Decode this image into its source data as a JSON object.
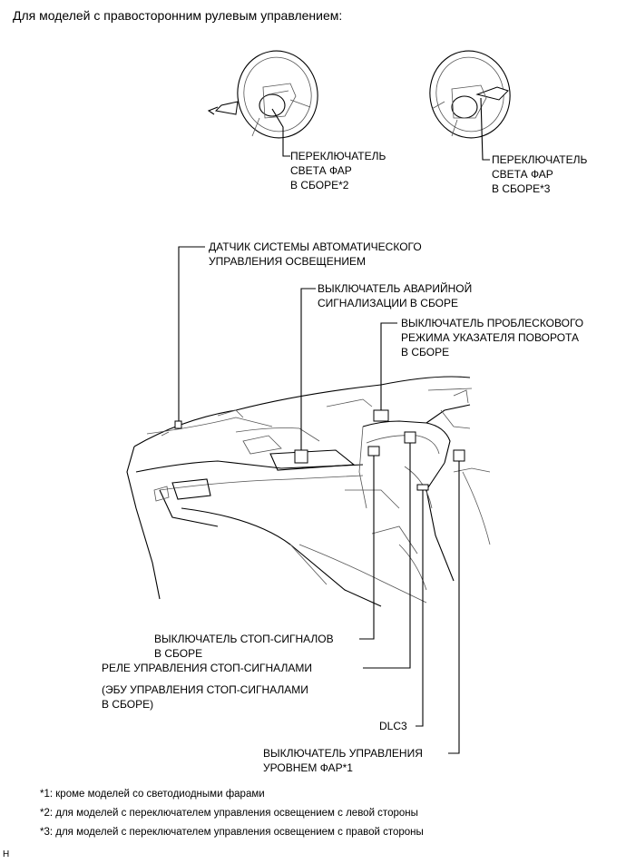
{
  "title": "Для моделей с правосторонним рулевым управлением:",
  "labels": {
    "headlight_switch_2": [
      "ПЕРЕКЛЮЧАТЕЛЬ",
      "СВЕТА ФАР",
      "В СБОРЕ*2"
    ],
    "headlight_switch_3": [
      "ПЕРЕКЛЮЧАТЕЛЬ",
      "СВЕТА ФАР",
      "В СБОРЕ*3"
    ],
    "auto_light_sensor": [
      "ДАТЧИК СИСТЕМЫ АВТОМАТИЧЕСКОГО",
      "УПРАВЛЕНИЯ ОСВЕЩЕНИЕМ"
    ],
    "hazard_switch": [
      "ВЫКЛЮЧАТЕЛЬ АВАРИЙНОЙ",
      "СИГНАЛИЗАЦИИ  В СБОРЕ"
    ],
    "turn_flasher_switch": [
      "ВЫКЛЮЧАТЕЛЬ ПРОБЛЕСКОВОГО",
      "РЕЖИМА УКАЗАТЕЛЯ ПОВОРОТА",
      "В СБОРЕ"
    ],
    "stop_lamp_switch": [
      "ВЫКЛЮЧАТЕЛЬ СТОП-СИГНАЛОВ",
      "В СБОРЕ"
    ],
    "stop_lamp_relay": [
      "РЕЛЕ УПРАВЛЕНИЯ СТОП-СИГНАЛАМИ"
    ],
    "stop_lamp_ecu": [
      "(ЭБУ УПРАВЛЕНИЯ СТОП-СИГНАЛАМИ",
      "В СБОРЕ)"
    ],
    "dlc3": [
      "DLC3"
    ],
    "leveling_switch": [
      "ВЫКЛЮЧАТЕЛЬ УПРАВЛЕНИЯ",
      "УРОВНЕМ ФАР*1"
    ]
  },
  "footnotes": [
    "*1: кроме моделей со светодиодными фарами",
    "*2: для моделей с переключателем управления освещением с левой стороны",
    "*3: для моделей с переключателем управления освещением с правой стороны"
  ],
  "corner_code": "H"
}
